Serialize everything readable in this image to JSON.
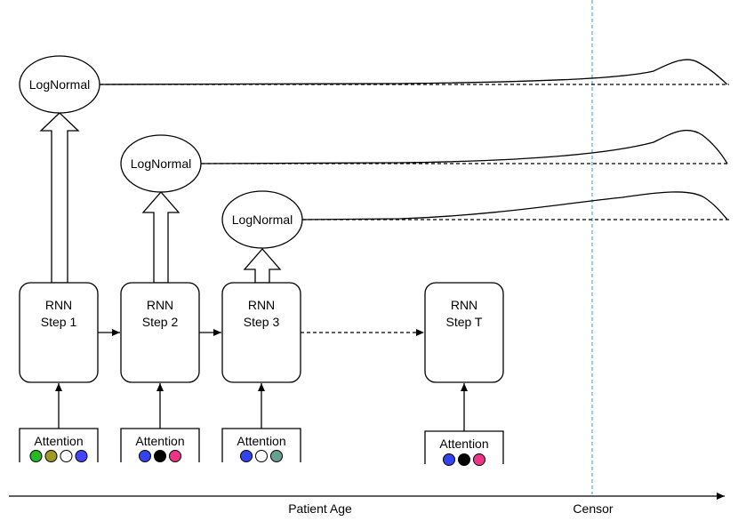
{
  "diagram": {
    "distribution_label": "LogNormal",
    "rnn_title": "RNN",
    "steps": [
      {
        "label": "Step 1",
        "attention_colors": [
          "#22bb22",
          "#9e9a22",
          "#ffffff",
          "#4444ff"
        ]
      },
      {
        "label": "Step 2",
        "attention_colors": [
          "#3344ee",
          "#000000",
          "#ee3388"
        ]
      },
      {
        "label": "Step 3",
        "attention_colors": [
          "#3344ee",
          "#ffffff",
          "#66a090"
        ]
      },
      {
        "label": "Step T",
        "attention_colors": [
          "#3344ee",
          "#000000",
          "#ee3388"
        ]
      }
    ],
    "attention_label": "Attention",
    "x_axis_label": "Patient Age",
    "censor_label": "Censor",
    "censor_line_color": "#55aaee"
  }
}
